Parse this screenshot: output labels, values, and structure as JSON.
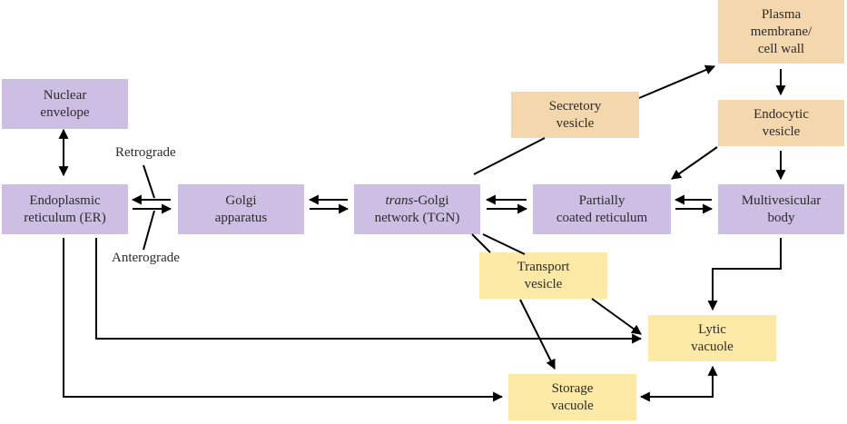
{
  "boxes": {
    "nuclear_envelope": "Nuclear\nenvelope",
    "er": "Endoplasmic\nreticulum (ER)",
    "golgi": "Golgi\napparatus",
    "tgn_italic": "trans",
    "tgn_rest1": "-Golgi",
    "tgn_rest2": "network (TGN)",
    "pcr": "Partially\ncoated reticulum",
    "mvb": "Multivesicular\nbody",
    "plasma": "Plasma\nmembrane/\ncell wall",
    "endocytic": "Endocytic\nvesicle",
    "secretory": "Secretory\nvesicle",
    "transport": "Transport\nvesicle",
    "lytic": "Lytic\nvacuole",
    "storage": "Storage\nvacuole"
  },
  "labels": {
    "retrograde": "Retrograde",
    "anterograde": "Anterograde"
  },
  "colors": {
    "membrane_compartment": "#cdbfe4",
    "secretory_endocytic": "#f5d7ad",
    "vacuole_transport": "#fde9a6",
    "arrow": "#000000"
  }
}
